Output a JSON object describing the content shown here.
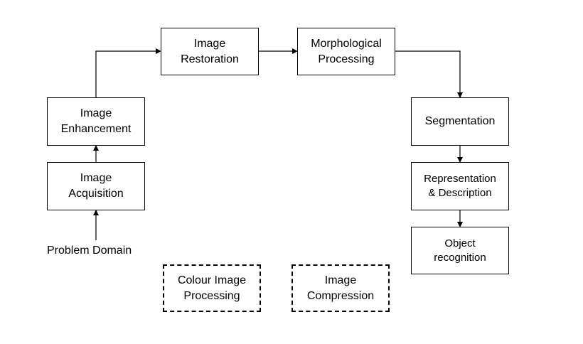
{
  "diagram": {
    "nodes": {
      "restoration": "Image\nRestoration",
      "morphological": "Morphological\nProcessing",
      "enhancement": "Image\nEnhancement",
      "acquisition": "Image\nAcquisition",
      "segmentation": "Segmentation",
      "representation": "Representation\n& Description",
      "recognition": "Object\nrecognition",
      "colour": "Colour Image\nProcessing",
      "compression": "Image\nCompression"
    },
    "input_label": "Problem Domain",
    "edges": [
      [
        "problem-domain",
        "acquisition"
      ],
      [
        "acquisition",
        "enhancement"
      ],
      [
        "enhancement",
        "restoration"
      ],
      [
        "restoration",
        "morphological"
      ],
      [
        "morphological",
        "segmentation"
      ],
      [
        "segmentation",
        "representation"
      ],
      [
        "representation",
        "recognition"
      ]
    ],
    "colors": {
      "stroke": "#000000",
      "background": "#ffffff"
    }
  }
}
